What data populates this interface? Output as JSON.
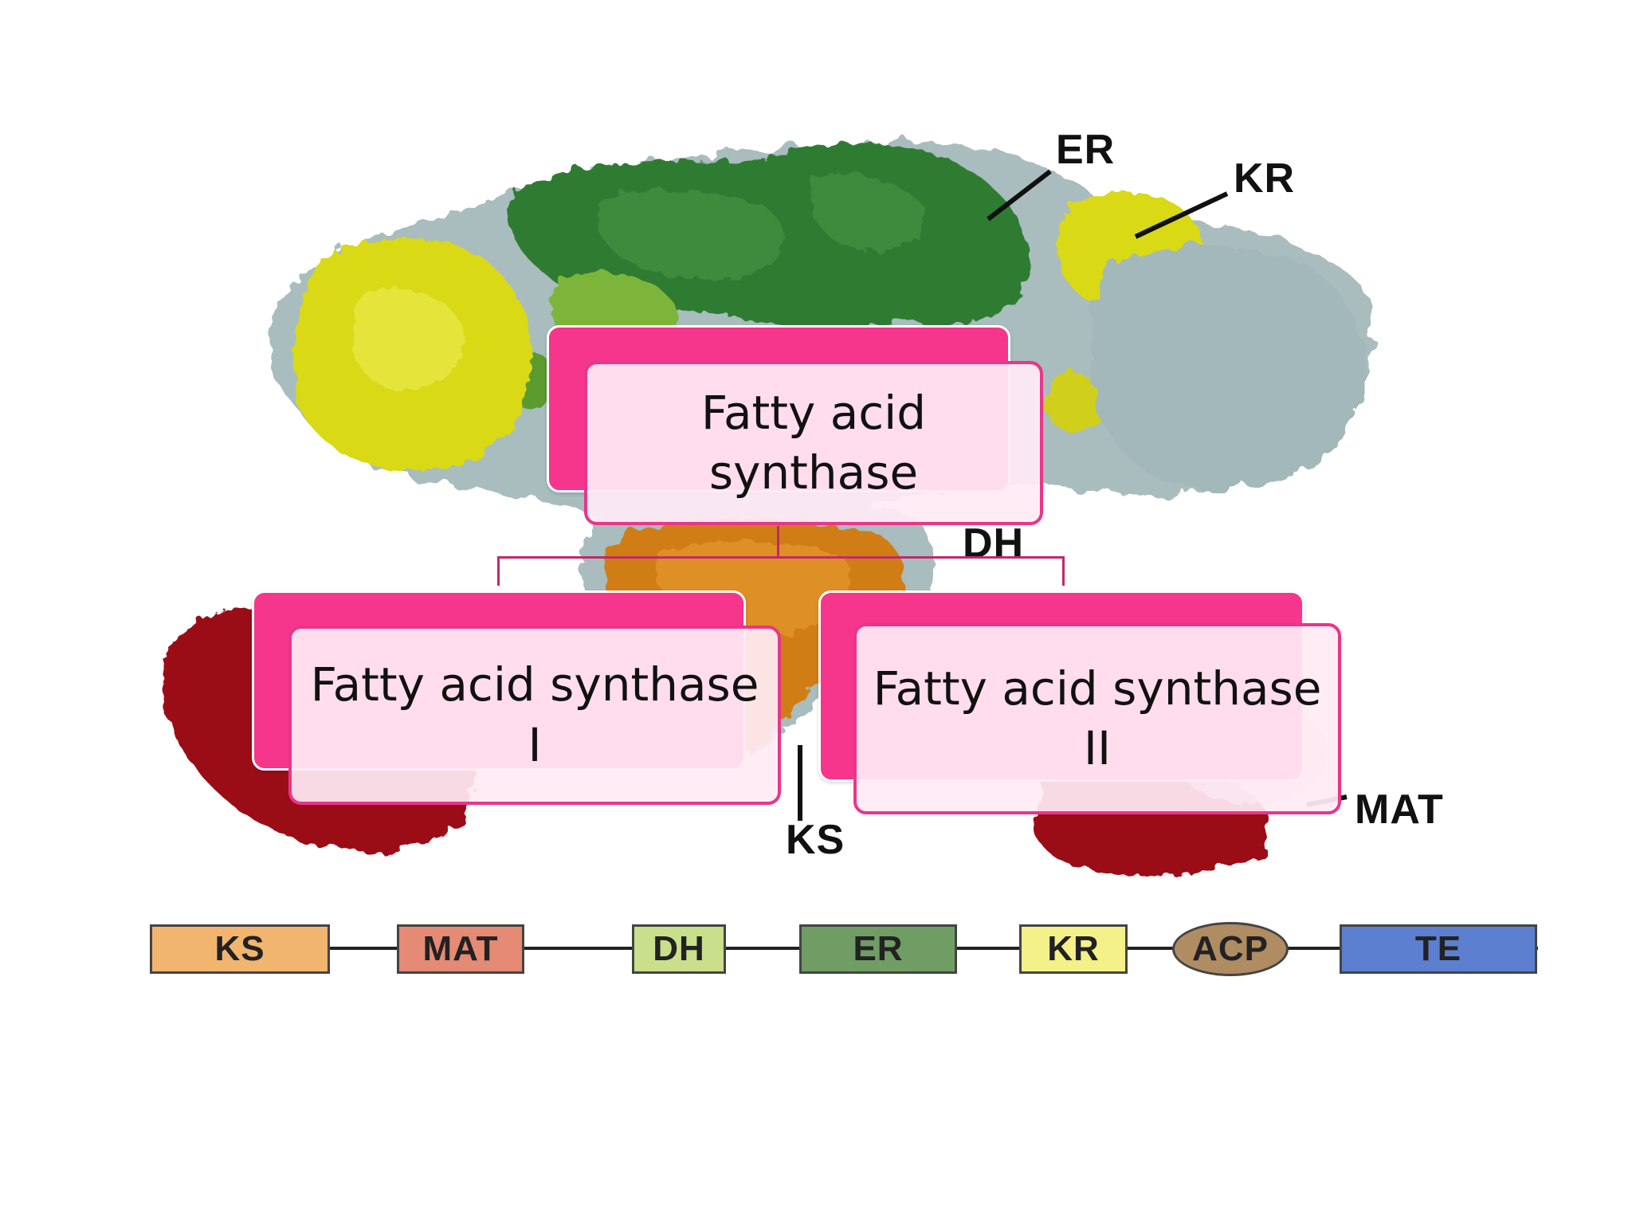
{
  "protein_labels": {
    "er": "ER",
    "kr": "KR",
    "dh": "DH",
    "ks": "KS",
    "mat": "MAT"
  },
  "hierarchy": {
    "root": "Fatty acid synthase",
    "children": [
      "Fatty acid synthase I",
      "Fatty acid synthase II"
    ]
  },
  "domain_bar": {
    "domains": [
      {
        "label": "KS",
        "color": "#f2b56f"
      },
      {
        "label": "MAT",
        "color": "#e58a74"
      },
      {
        "label": "DH",
        "color": "#c9df8c"
      },
      {
        "label": "ER",
        "color": "#6f9d64"
      },
      {
        "label": "KR",
        "color": "#f4f08a"
      },
      {
        "label": "ACP",
        "color": "#b08c63"
      },
      {
        "label": "TE",
        "color": "#5d7fcf"
      }
    ]
  },
  "colors": {
    "accent_pink": "#f6358c",
    "card_fill": "#ffebf4"
  }
}
